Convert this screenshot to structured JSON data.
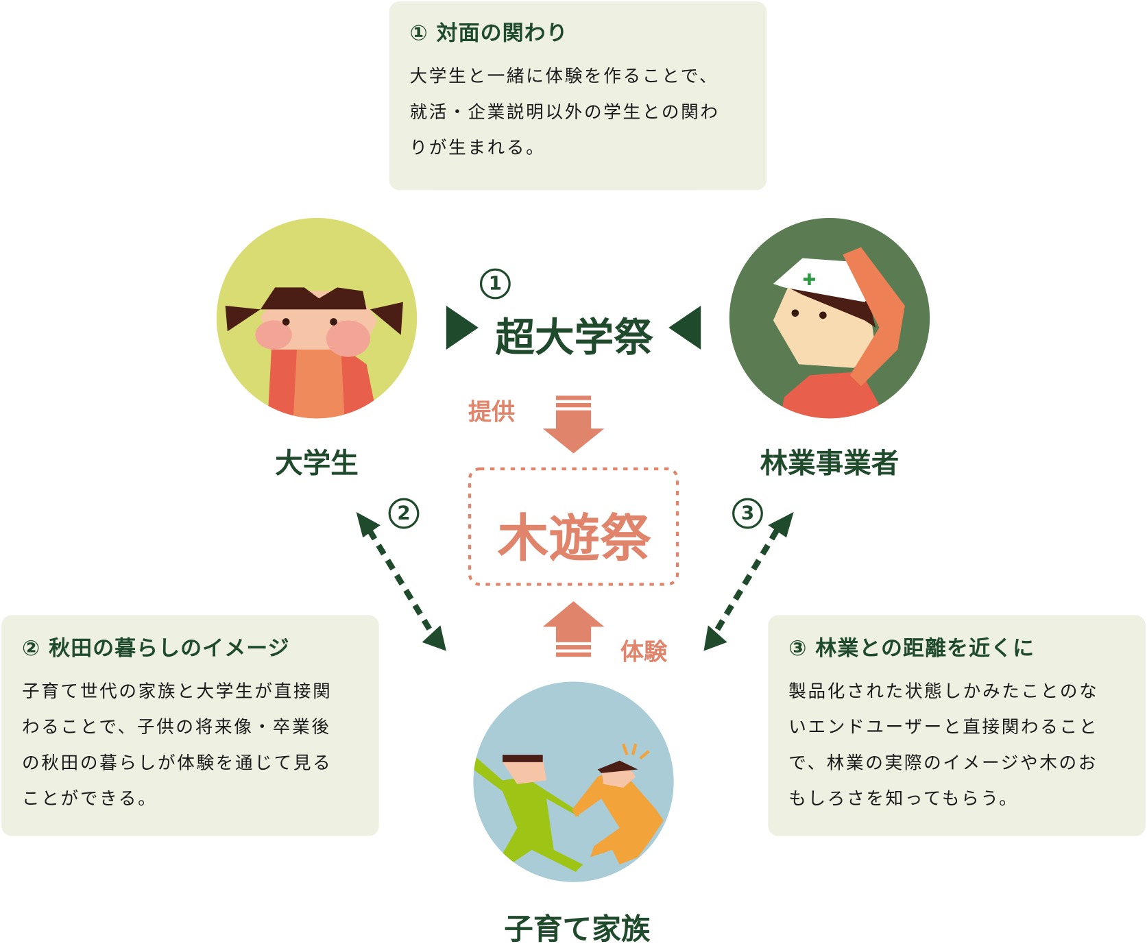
{
  "box1": {
    "title": "① 対面の関わり",
    "lines": [
      "大学生と一緒に体験を作ることで、",
      "就活・企業説明以外の学生との関わ",
      "りが生まれる。"
    ]
  },
  "box2": {
    "title": "② 秋田の暮らしのイメージ",
    "lines": [
      "子育て世代の家族と大学生が直接関",
      "わることで、子供の将来像・卒業後",
      "の秋田の暮らしが体験を通じて見る",
      "ことができる。"
    ]
  },
  "box3": {
    "title": "③ 林業との距離を近くに",
    "lines": [
      "製品化された状態しかみたことのな",
      "いエンドユーザーと直接関わること",
      "で、林業の実際のイメージや木のお",
      "もしろさを知ってもらう。"
    ]
  },
  "nodes": {
    "student": "大学生",
    "forestry": "林業事業者",
    "family": "子育て家族"
  },
  "center": {
    "top_event": "超大学祭",
    "main_event": "木遊祭",
    "provide": "提供",
    "experience": "体験",
    "n1": "1",
    "n2": "2",
    "n3": "3"
  },
  "colors": {
    "green": "#1f4b2c",
    "salmon": "#e0846b",
    "box": "#eef0e2"
  }
}
